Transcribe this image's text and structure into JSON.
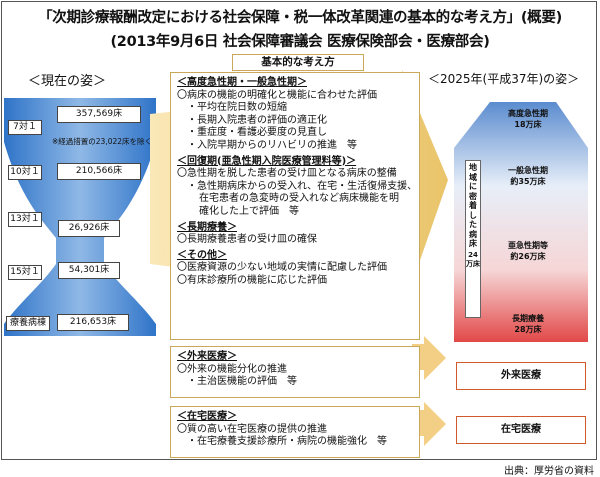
{
  "title": {
    "line1": "「次期診療報酬改定における社会保障・税一体改革関連の基本的な考え方」(概要)",
    "line2": "(2013年9月6日 社会保障審議会 医療保険部会・医療部会)"
  },
  "current": {
    "heading": "＜現在の姿＞",
    "rows": [
      {
        "label": "7対１",
        "value": "357,569床"
      },
      {
        "label": "10対１",
        "value": "210,566床"
      },
      {
        "label": "13対１",
        "value": "26,926床"
      },
      {
        "label": "15対１",
        "value": "54,301床"
      },
      {
        "label": "療養病棟",
        "value": "216,653床"
      }
    ],
    "note": "※経過措置の23,022床を除く"
  },
  "basic": {
    "heading": "基本的な考え方",
    "section1": {
      "lines": [
        {
          "text": "＜高度急性期・一般急性期＞",
          "style": "h"
        },
        {
          "text": "〇病床の機能の明確化と機能に合わせた評価",
          "style": "p"
        },
        {
          "text": "・平均在院日数の短縮",
          "style": "i1"
        },
        {
          "text": "・長期入院患者の評価の適正化",
          "style": "i1"
        },
        {
          "text": "・重症度・看護必要度の見直し",
          "style": "i1"
        },
        {
          "text": "・入院早期からのリハビリの推進　等",
          "style": "i1"
        },
        {
          "text": "＜回復期(亜急性期入院医療管理料等)＞",
          "style": "h"
        },
        {
          "text": "〇急性期を脱した患者の受け皿となる病床の整備",
          "style": "p"
        },
        {
          "text": "・急性期病床からの受入れ、在宅・生活復帰支援、",
          "style": "i1"
        },
        {
          "text": "在宅患者の急変時の受入れなど病床機能を明",
          "style": "i2"
        },
        {
          "text": "確化した上で評価　等",
          "style": "i2"
        },
        {
          "text": "＜長期療養＞",
          "style": "h"
        },
        {
          "text": "〇長期療養患者の受け皿の確保",
          "style": "p"
        },
        {
          "text": "＜その他＞",
          "style": "h"
        },
        {
          "text": "〇医療資源の少ない地域の実情に配慮した評価",
          "style": "p"
        },
        {
          "text": "〇有床診療所の機能に応じた評価",
          "style": "p"
        }
      ]
    },
    "section2": {
      "lines": [
        {
          "text": "＜外来医療＞",
          "style": "h"
        },
        {
          "text": "〇外来の機能分化の推進",
          "style": "p"
        },
        {
          "text": "・主治医機能の評価　等",
          "style": "i1"
        }
      ]
    },
    "section3": {
      "lines": [
        {
          "text": "＜在宅医療＞",
          "style": "h"
        },
        {
          "text": "〇質の高い在宅医療の提供の推進",
          "style": "p"
        },
        {
          "text": "・在宅療養支援診療所・病院の機能強化　等",
          "style": "i1"
        }
      ]
    }
  },
  "future": {
    "heading": "＜2025年(平成37年)の姿＞",
    "segments": [
      {
        "name": "高度急性期",
        "beds": "18万床"
      },
      {
        "name": "一般急性期",
        "beds": "約35万床"
      },
      {
        "name": "亜急性期等",
        "beds": "約26万床"
      },
      {
        "name": "長期療養",
        "beds": "28万床"
      }
    ],
    "community": {
      "chars": [
        "地",
        "域",
        "に",
        "密",
        "着",
        "し",
        "た",
        "病",
        "床"
      ],
      "sub": "24",
      "unit": "万床"
    },
    "outpatient": "外来医療",
    "homecare": "在宅医療"
  },
  "source": "出典：厚労省の資料",
  "colors": {
    "blue": "#2f74c8",
    "lightblue": "#cfe0f4",
    "gold": "#e9c46a",
    "red": "#e45050",
    "orange": "#f3cf86"
  }
}
